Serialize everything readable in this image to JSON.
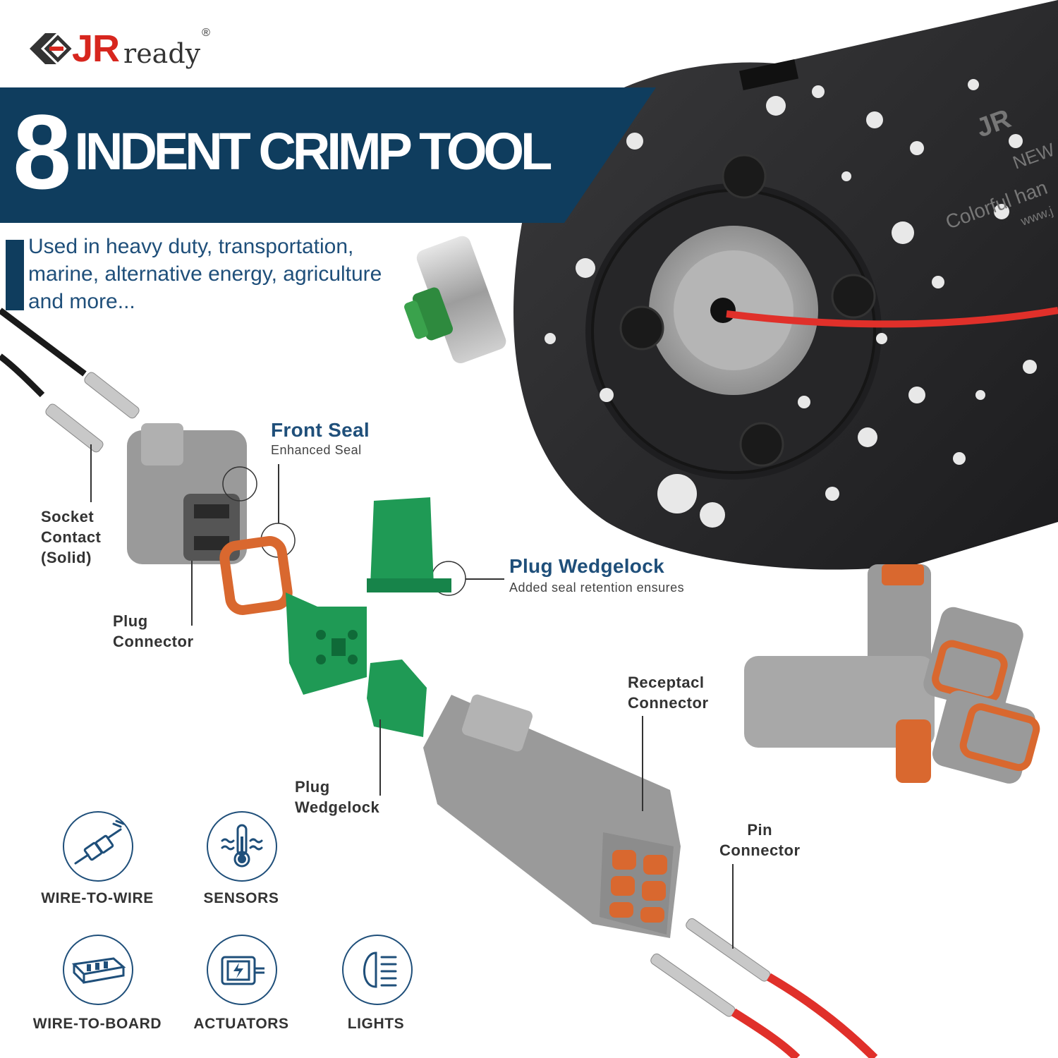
{
  "brand": {
    "logo_name": "JRready-logo",
    "name_jr": "JR",
    "name_ready": "ready",
    "registered": "®"
  },
  "headline": {
    "number": "8",
    "text": "INDENT CRIMP TOOL"
  },
  "tagline": "Used in heavy duty, transportation, marine, alternative energy, agriculture and more...",
  "callouts": {
    "front_seal": {
      "title": "Front Seal",
      "subtitle": "Enhanced Seal"
    },
    "plug_wedgelock_top": {
      "title": "Plug Wedgelock",
      "subtitle": "Added seal retention ensures"
    },
    "socket_contact": [
      "Socket",
      "Contact",
      "(Solid)"
    ],
    "plug_connector": [
      "Plug",
      "Connector"
    ],
    "plug_wedgelock": [
      "Plug",
      "Wedgelock"
    ],
    "receptacle_connector": [
      "Receptacl",
      "Connector"
    ],
    "pin_connector": [
      "Pin",
      "Connector"
    ]
  },
  "tool_print": {
    "brand": "JR",
    "model": "NEW",
    "slogan": "Colorful han",
    "url": "www.j"
  },
  "applications": [
    {
      "icon": "wire-to-wire-icon",
      "label": "WIRE-TO-WIRE"
    },
    {
      "icon": "sensors-icon",
      "label": "SENSORS"
    },
    {
      "icon": "wire-to-board-icon",
      "label": "WIRE-TO-BOARD"
    },
    {
      "icon": "actuators-icon",
      "label": "ACTUATORS"
    },
    {
      "icon": "lights-icon",
      "label": "LIGHTS"
    }
  ],
  "colors": {
    "navy": "#0f3d5e",
    "brand_red": "#d7261e",
    "connector_grey": "#9a9a9a",
    "seal_orange": "#d9682f",
    "wedgelock_green": "#1f9a55",
    "wire_red": "#e0302a",
    "tool_black": "#2b2b2d"
  }
}
